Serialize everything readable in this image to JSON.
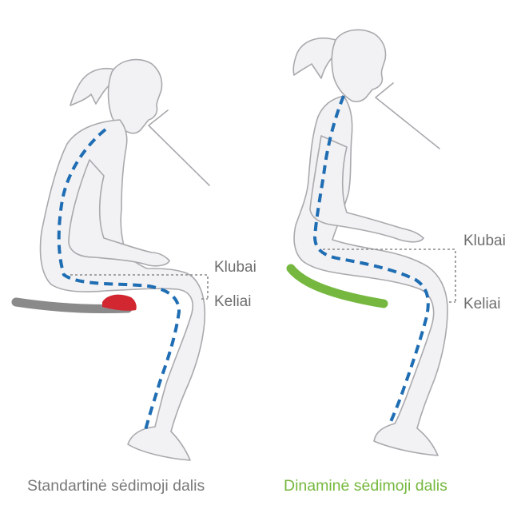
{
  "colors": {
    "spine": "#1f6db3",
    "label_gray": "#6e6e6e",
    "standard_seat": "#8a8a8a",
    "standard_pressure": "#d22630",
    "dynamic_seat": "#76b83f",
    "caption_gray": "#7a7a7a",
    "caption_green": "#76b83f"
  },
  "left_figure": {
    "labels": {
      "hips": "Klubai",
      "knees": "Keliai"
    },
    "caption": "Standartinė sėdimoji dalis"
  },
  "right_figure": {
    "labels": {
      "hips": "Klubai",
      "knees": "Keliai"
    },
    "caption": "Dinaminė sėdimoji dalis"
  }
}
